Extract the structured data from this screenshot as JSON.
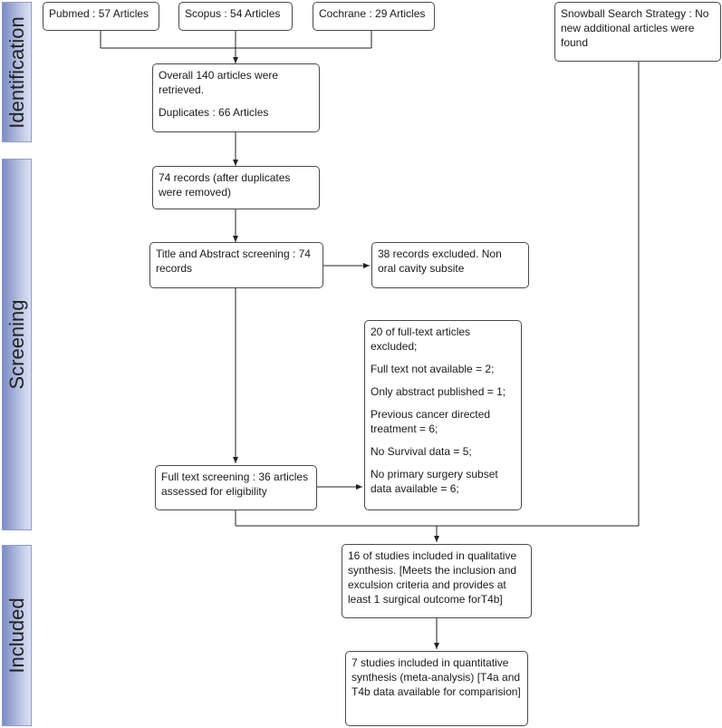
{
  "stages": {
    "identification": "Identification",
    "screening": "Screening",
    "included": "Included"
  },
  "boxes": {
    "pubmed": "Pubmed : 57 Articles",
    "scopus": "Scopus : 54 Articles",
    "cochrane": "Cochrane : 29 Articles",
    "snowball": "Snowball Search Strategy : No new additional articles were found",
    "overall": {
      "line1": "Overall 140 articles were retrieved.",
      "line2": "Duplicates : 66 Articles"
    },
    "after_duplicates": "74 records (after duplicates were removed)",
    "title_abstract": "Title and Abstract screening : 74 records",
    "excluded_38": "38 records excluded. Non oral cavity subsite",
    "fulltext_excluded": {
      "header": "20 of full-text articles excluded;",
      "reasons": [
        "Full text not available = 2;",
        "Only abstract published = 1;",
        "Previous cancer directed treatment = 6;",
        "No Survival data = 5;",
        "No primary surgery subset data available = 6;"
      ]
    },
    "fulltext_screening": "Full text screening : 36 articles assessed for eligibility",
    "qualitative": "16 of studies included in qualitative synthesis. [Meets the inclusion and exculsion criteria and provides at least 1 surgical outcome forT4b]",
    "quantitative": "7 studies included in quantitative synthesis (meta-analysis) [T4a and T4b data available for comparision]"
  }
}
